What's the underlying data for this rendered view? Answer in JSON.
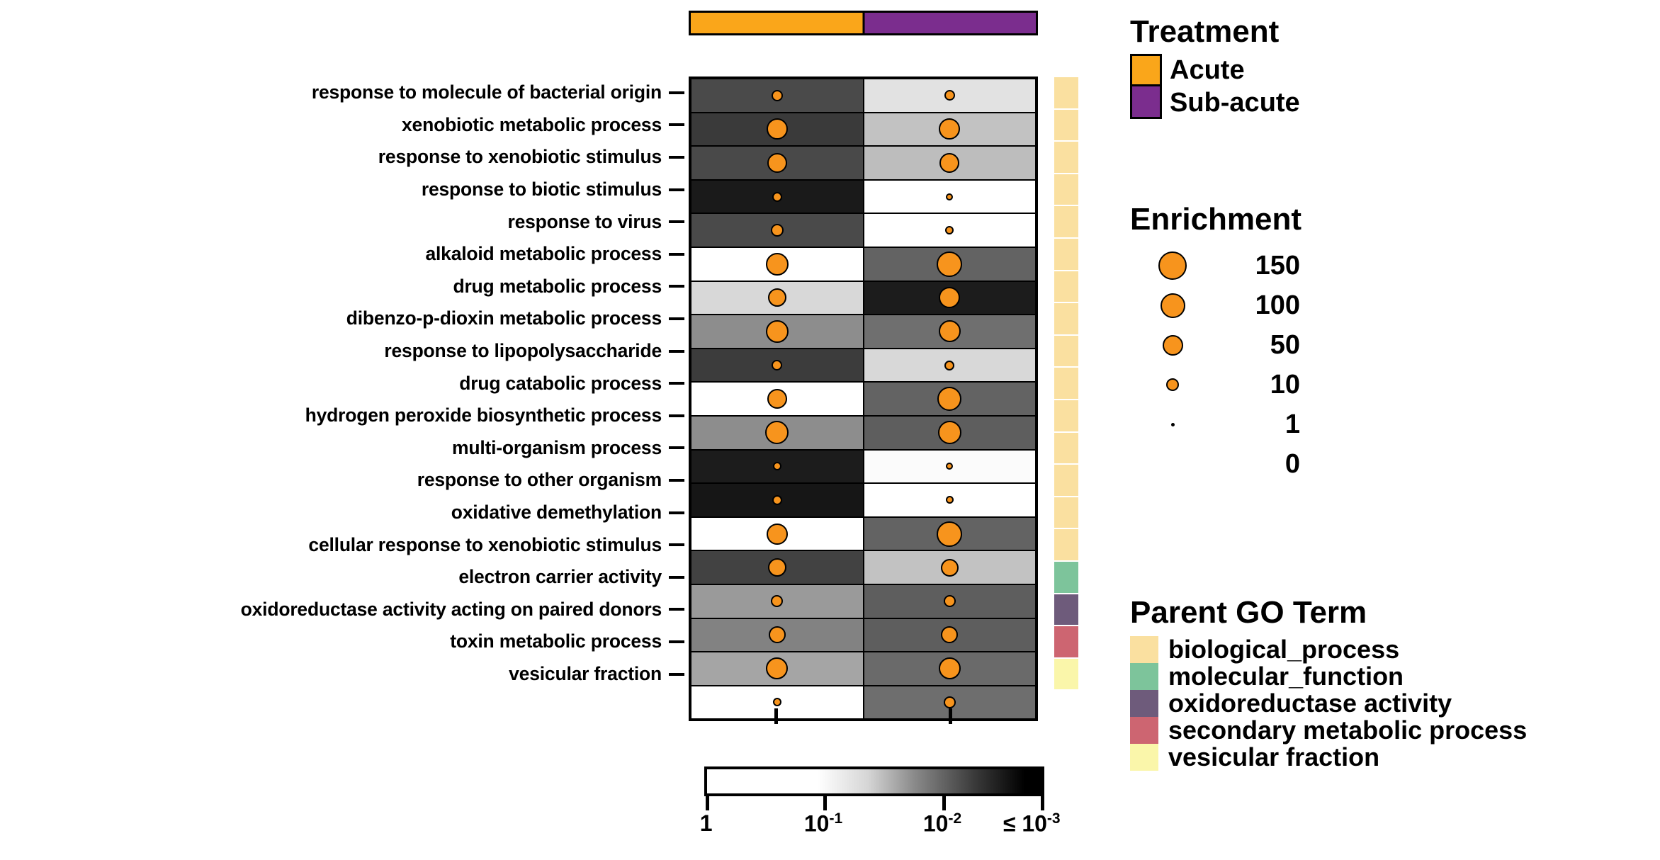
{
  "chart_data": {
    "type": "heatmap",
    "title": "",
    "xlabel": "",
    "ylabel": "",
    "columns": [
      "Acute",
      "Sub-acute"
    ],
    "categories": [
      "response to molecule of bacterial origin",
      "xenobiotic metabolic process",
      "response to xenobiotic stimulus",
      "response to biotic stimulus",
      "response to virus",
      "alkaloid metabolic process",
      "drug metabolic process",
      "dibenzo-p-dioxin metabolic process",
      "response to lipopolysaccharide",
      "drug catabolic process",
      "hydrogen peroxide biosynthetic process",
      "multi-organism process",
      "response to other organism",
      "oxidative demethylation",
      "cellular response to xenobiotic stimulus",
      "electron carrier activity",
      "oxidoreductase activity  acting on paired donors",
      "toxin metabolic process",
      "vesicular fraction"
    ],
    "pvalue_fill": [
      [
        "#4a4a4a",
        "#e2e2e2"
      ],
      [
        "#3a3a3a",
        "#c2c2c2"
      ],
      [
        "#494949",
        "#bdbdbd"
      ],
      [
        "#1a1a1a",
        "#ffffff"
      ],
      [
        "#4a4a4a",
        "#ffffff"
      ],
      [
        "#ffffff",
        "#636363"
      ],
      [
        "#d8d8d8",
        "#1c1c1c"
      ],
      [
        "#8d8d8d",
        "#6f6f6f"
      ],
      [
        "#3c3c3c",
        "#d8d8d8"
      ],
      [
        "#ffffff",
        "#636363"
      ],
      [
        "#8d8d8d",
        "#5e5e5e"
      ],
      [
        "#1c1c1c",
        "#fbfbfb"
      ],
      [
        "#161616",
        "#ffffff"
      ],
      [
        "#ffffff",
        "#636363"
      ],
      [
        "#424242",
        "#c2c2c2"
      ],
      [
        "#9a9a9a",
        "#5e5e5e"
      ],
      [
        "#828282",
        "#5e5e5e"
      ],
      [
        "#a5a5a5",
        "#6a6a6a"
      ],
      [
        "#ffffff",
        "#6e6e6e"
      ]
    ],
    "enrichment_size": [
      [
        16,
        15
      ],
      [
        30,
        30
      ],
      [
        28,
        28
      ],
      [
        14,
        10
      ],
      [
        18,
        12
      ],
      [
        32,
        36
      ],
      [
        26,
        30
      ],
      [
        32,
        31
      ],
      [
        15,
        14
      ],
      [
        28,
        34
      ],
      [
        33,
        33
      ],
      [
        12,
        10
      ],
      [
        14,
        11
      ],
      [
        30,
        36
      ],
      [
        26,
        25
      ],
      [
        17,
        17
      ],
      [
        24,
        24
      ],
      [
        31,
        31
      ],
      [
        12,
        17
      ]
    ],
    "parent_go_per_row": [
      "biological_process",
      "biological_process",
      "biological_process",
      "biological_process",
      "biological_process",
      "biological_process",
      "biological_process",
      "biological_process",
      "biological_process",
      "biological_process",
      "biological_process",
      "biological_process",
      "biological_process",
      "biological_process",
      "biological_process",
      "molecular_function",
      "oxidoreductase activity",
      "secondary metabolic process",
      "vesicular fraction"
    ]
  },
  "treatment_legend": {
    "title": "Treatment",
    "items": [
      {
        "label": "Acute",
        "color": "#FAA61A"
      },
      {
        "label": "Sub-acute",
        "color": "#7B2D8E"
      }
    ]
  },
  "treatment_bar": {
    "acute_color": "#FAA61A",
    "subacute_color": "#7B2D8E"
  },
  "enrichment_legend": {
    "title": "Enrichment",
    "items": [
      {
        "label": "150",
        "size": 40
      },
      {
        "label": "100",
        "size": 35
      },
      {
        "label": "50",
        "size": 29
      },
      {
        "label": "10",
        "size": 18
      },
      {
        "label": "1",
        "size": 5
      },
      {
        "label": "0",
        "size": 0
      }
    ],
    "color": "#F7941D"
  },
  "parent_go_legend": {
    "title": "Parent GO Term",
    "items": [
      {
        "label": "biological_process",
        "color": "#FAE0A0"
      },
      {
        "label": "molecular_function",
        "color": "#7DC49B"
      },
      {
        "label": "oxidoreductase activity",
        "color": "#6E5B7B"
      },
      {
        "label": "secondary metabolic process",
        "color": "#CD6571"
      },
      {
        "label": "vesicular fraction",
        "color": "#FAF6AA"
      }
    ]
  },
  "pvalue_legend": {
    "ticks": [
      {
        "label_main": "1",
        "label_sup": "",
        "prefix": "",
        "pos": 0
      },
      {
        "label_main": "10",
        "label_sup": "-1",
        "prefix": "",
        "pos": 35
      },
      {
        "label_main": "10",
        "label_sup": "-2",
        "prefix": "",
        "pos": 70
      },
      {
        "label_main": "10",
        "label_sup": "-3",
        "prefix": "≤ ",
        "pos": 100
      }
    ]
  }
}
